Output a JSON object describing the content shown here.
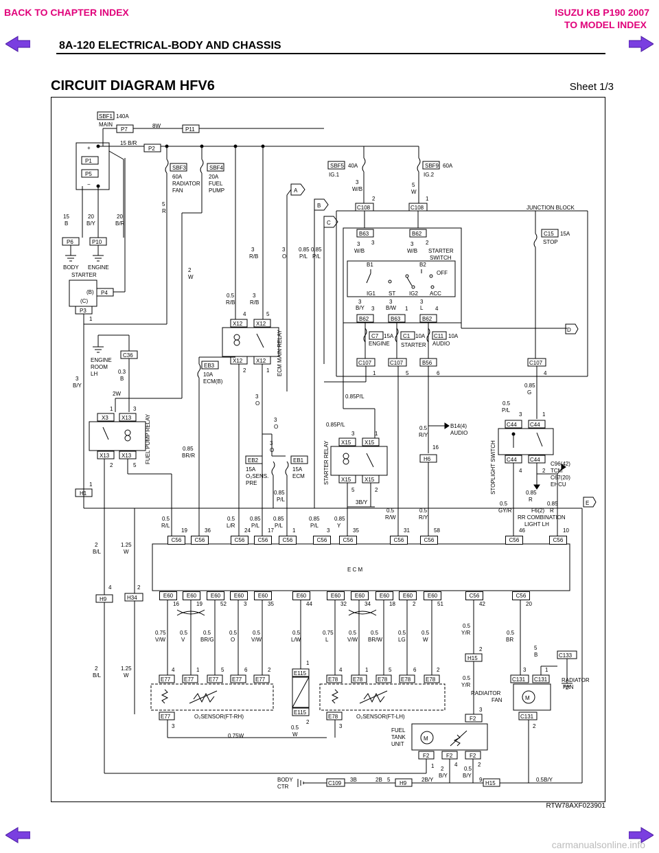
{
  "nav": {
    "back_chapter": "BACK TO CHAPTER INDEX",
    "model_line1": "ISUZU KB P190 2007",
    "model_line2": "TO MODEL INDEX"
  },
  "header": {
    "section": "8A-120  ELECTRICAL-BODY AND CHASSIS"
  },
  "page_title": "CIRCUIT DIAGRAM HFV6",
  "sheet": "Sheet 1/3",
  "ref_code": "RTW78AXF023901",
  "watermark": "carmanualsonline.info",
  "diagram": {
    "fuses": {
      "sbf1": "SBF1",
      "sbf1_rating": "140A",
      "sbf1_name": "MAIN",
      "sbf3": "SBF3",
      "sbf3_rating": "60A",
      "sbf3_name1": "RADIATOR",
      "sbf3_name2": "FAN",
      "sbf4": "SBF4",
      "sbf4_rating": "20A",
      "sbf4_name1": "FUEL",
      "sbf4_name2": "PUMP",
      "sbf5": "SBF5",
      "sbf5_rating": "40A",
      "sbf5_name": "IG.1",
      "sbf9": "SBF9",
      "sbf9_rating": "60A",
      "sbf9_name": "IG.2",
      "c15": "C15",
      "c15_rating": "15A",
      "c15_name": "STOP",
      "eb3": "EB3",
      "eb3_rating": "10A",
      "eb3_name": "ECM(B)",
      "eb2": "EB2",
      "eb2_rating": "15A",
      "eb2_name1": "O₂SENS.",
      "eb2_name2": "PRE",
      "eb1": "EB1",
      "eb1_rating": "15A",
      "eb1_name": "ECM",
      "c7": "C7",
      "c7_rating": "15A",
      "c7_name": "ENGINE",
      "c1": "C1",
      "c1_rating": "10A",
      "c1_name": "STARTER",
      "c11": "C11",
      "c11_rating": "10A",
      "c11_name": "AUDIO"
    },
    "labels": {
      "junction_block": "JUNCTION BLOCK",
      "starter_switch1": "STARTER",
      "starter_switch2": "SWITCH",
      "ecm_main_relay": "ECM MAIN RELAY",
      "fuel_pump_relay": "FUEL PUMP RELAY",
      "starter_relay": "STARTER RELAY",
      "stoplight_switch": "STOPLIGHT SWITCH",
      "ecm": "E  C  M",
      "body": "BODY",
      "engine": "ENGINE",
      "starter": "STARTER",
      "engine_room1": "ENGINE",
      "engine_room2": "ROOM",
      "engine_room3": "LH",
      "o2_rh": "O₂SENSOR(FT-RH)",
      "o2_lh": "O₂SENSOR(FT-LH)",
      "radiator_fan1": "RADIAITOR",
      "radiator_fan2": "FAN",
      "radiator_fan3": "RADIATOR",
      "radiator_fan4": "FAN",
      "fuel_tank1": "FUEL",
      "fuel_tank2": "TANK",
      "fuel_tank3": "UNIT",
      "body_ctr1": "BODY",
      "body_ctr2": "CTR",
      "b14": "B14(4)",
      "b14b": "AUDIO",
      "c96": "C96(42)",
      "tcm": "TCM",
      "c67": "C67(20)",
      "ehcu": "EHCU",
      "f6": "F6(2)",
      "rr_comb": "RR COMBINATION",
      "light_lh": "LIGHT LH",
      "off": "OFF",
      "ig1": "IG1",
      "st": "ST",
      "ig2": "IG2",
      "acc": "ACC",
      "b1": "B1",
      "b2": "B2"
    },
    "markers": [
      "A",
      "B",
      "C",
      "D",
      "E"
    ],
    "ecm_top_pins": [
      {
        "c": "C56",
        "p": "19"
      },
      {
        "c": "C56",
        "p": "36"
      },
      {
        "c": "C56",
        "p": "24"
      },
      {
        "c": "C56",
        "p": "17"
      },
      {
        "c": "C56",
        "p": "1"
      },
      {
        "c": "C56",
        "p": "3"
      },
      {
        "c": "C56",
        "p": "35"
      },
      {
        "c": "C56",
        "p": "31"
      },
      {
        "c": "C56",
        "p": "58"
      },
      {
        "c": "C56",
        "p": "46"
      },
      {
        "c": "C56",
        "p": "10"
      }
    ],
    "ecm_bottom_pins": [
      {
        "c": "E60",
        "p": "16"
      },
      {
        "c": "E60",
        "p": "19"
      },
      {
        "c": "E60",
        "p": "52"
      },
      {
        "c": "E60",
        "p": "3"
      },
      {
        "c": "E60",
        "p": "35"
      },
      {
        "c": "E60",
        "p": "44"
      },
      {
        "c": "E60",
        "p": "32"
      },
      {
        "c": "E60",
        "p": "34"
      },
      {
        "c": "E60",
        "p": "18"
      },
      {
        "c": "E60",
        "p": "2"
      },
      {
        "c": "E60",
        "p": "51"
      },
      {
        "c": "C56",
        "p": "42"
      },
      {
        "c": "C56",
        "p": "20"
      }
    ]
  }
}
